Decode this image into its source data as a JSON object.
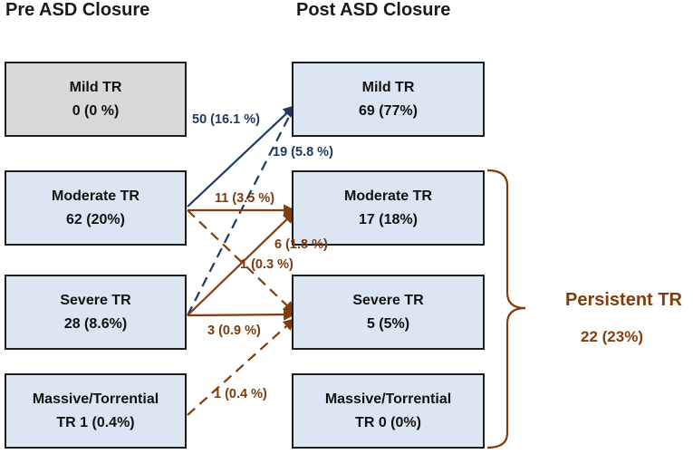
{
  "headers": {
    "pre": "Pre ASD Closure",
    "post": "Post ASD Closure"
  },
  "pre_boxes": [
    {
      "line1": "Mild  TR",
      "line2": "0 (0 %)"
    },
    {
      "line1": "Moderate TR",
      "line2": "62 (20%)"
    },
    {
      "line1": "Severe TR",
      "line2": "28 (8.6%)"
    },
    {
      "line1": "Massive/Torrential",
      "line2": "TR  1 (0.4%)"
    }
  ],
  "post_boxes": [
    {
      "line1": "Mild  TR",
      "line2": "69 (77%)"
    },
    {
      "line1": "Moderate  TR",
      "line2": "17 (18%)"
    },
    {
      "line1": "Severe TR",
      "line2": "5 (5%)"
    },
    {
      "line1": "Massive/Torrential",
      "line2": "TR  0 (0%)"
    }
  ],
  "flows": [
    {
      "from": "Moderate TR",
      "to": "Mild TR",
      "label": "50 (16.1 %)",
      "style": "solid"
    },
    {
      "from": "Severe TR",
      "to": "Mild TR",
      "label": "19 (5.8 %)",
      "style": "dashed"
    },
    {
      "from": "Moderate TR",
      "to": "Moderate TR",
      "label": "11 (3.5 %)",
      "style": "solid"
    },
    {
      "from": "Severe TR",
      "to": "Moderate TR",
      "label": "6 (1.8 %)",
      "style": "solid"
    },
    {
      "from": "Moderate TR",
      "to": "Severe TR",
      "label": "1 (0.3 %)",
      "style": "dashed"
    },
    {
      "from": "Severe TR",
      "to": "Severe TR",
      "label": "3 (0.9 %)",
      "style": "solid"
    },
    {
      "from": "Massive/Torrential TR",
      "to": "Severe TR",
      "label": "1 (0.4 %)",
      "style": "dashed"
    }
  ],
  "persistent": {
    "label": "Persistent TR",
    "value": "22 (23%)"
  },
  "colors": {
    "mild_pre_fill": "#d9d9d9",
    "box_fill": "#dce6f2",
    "blue_arrow": "#1f3864",
    "brown_arrow": "#843c0c",
    "brown_text": "#7a3b0f"
  }
}
